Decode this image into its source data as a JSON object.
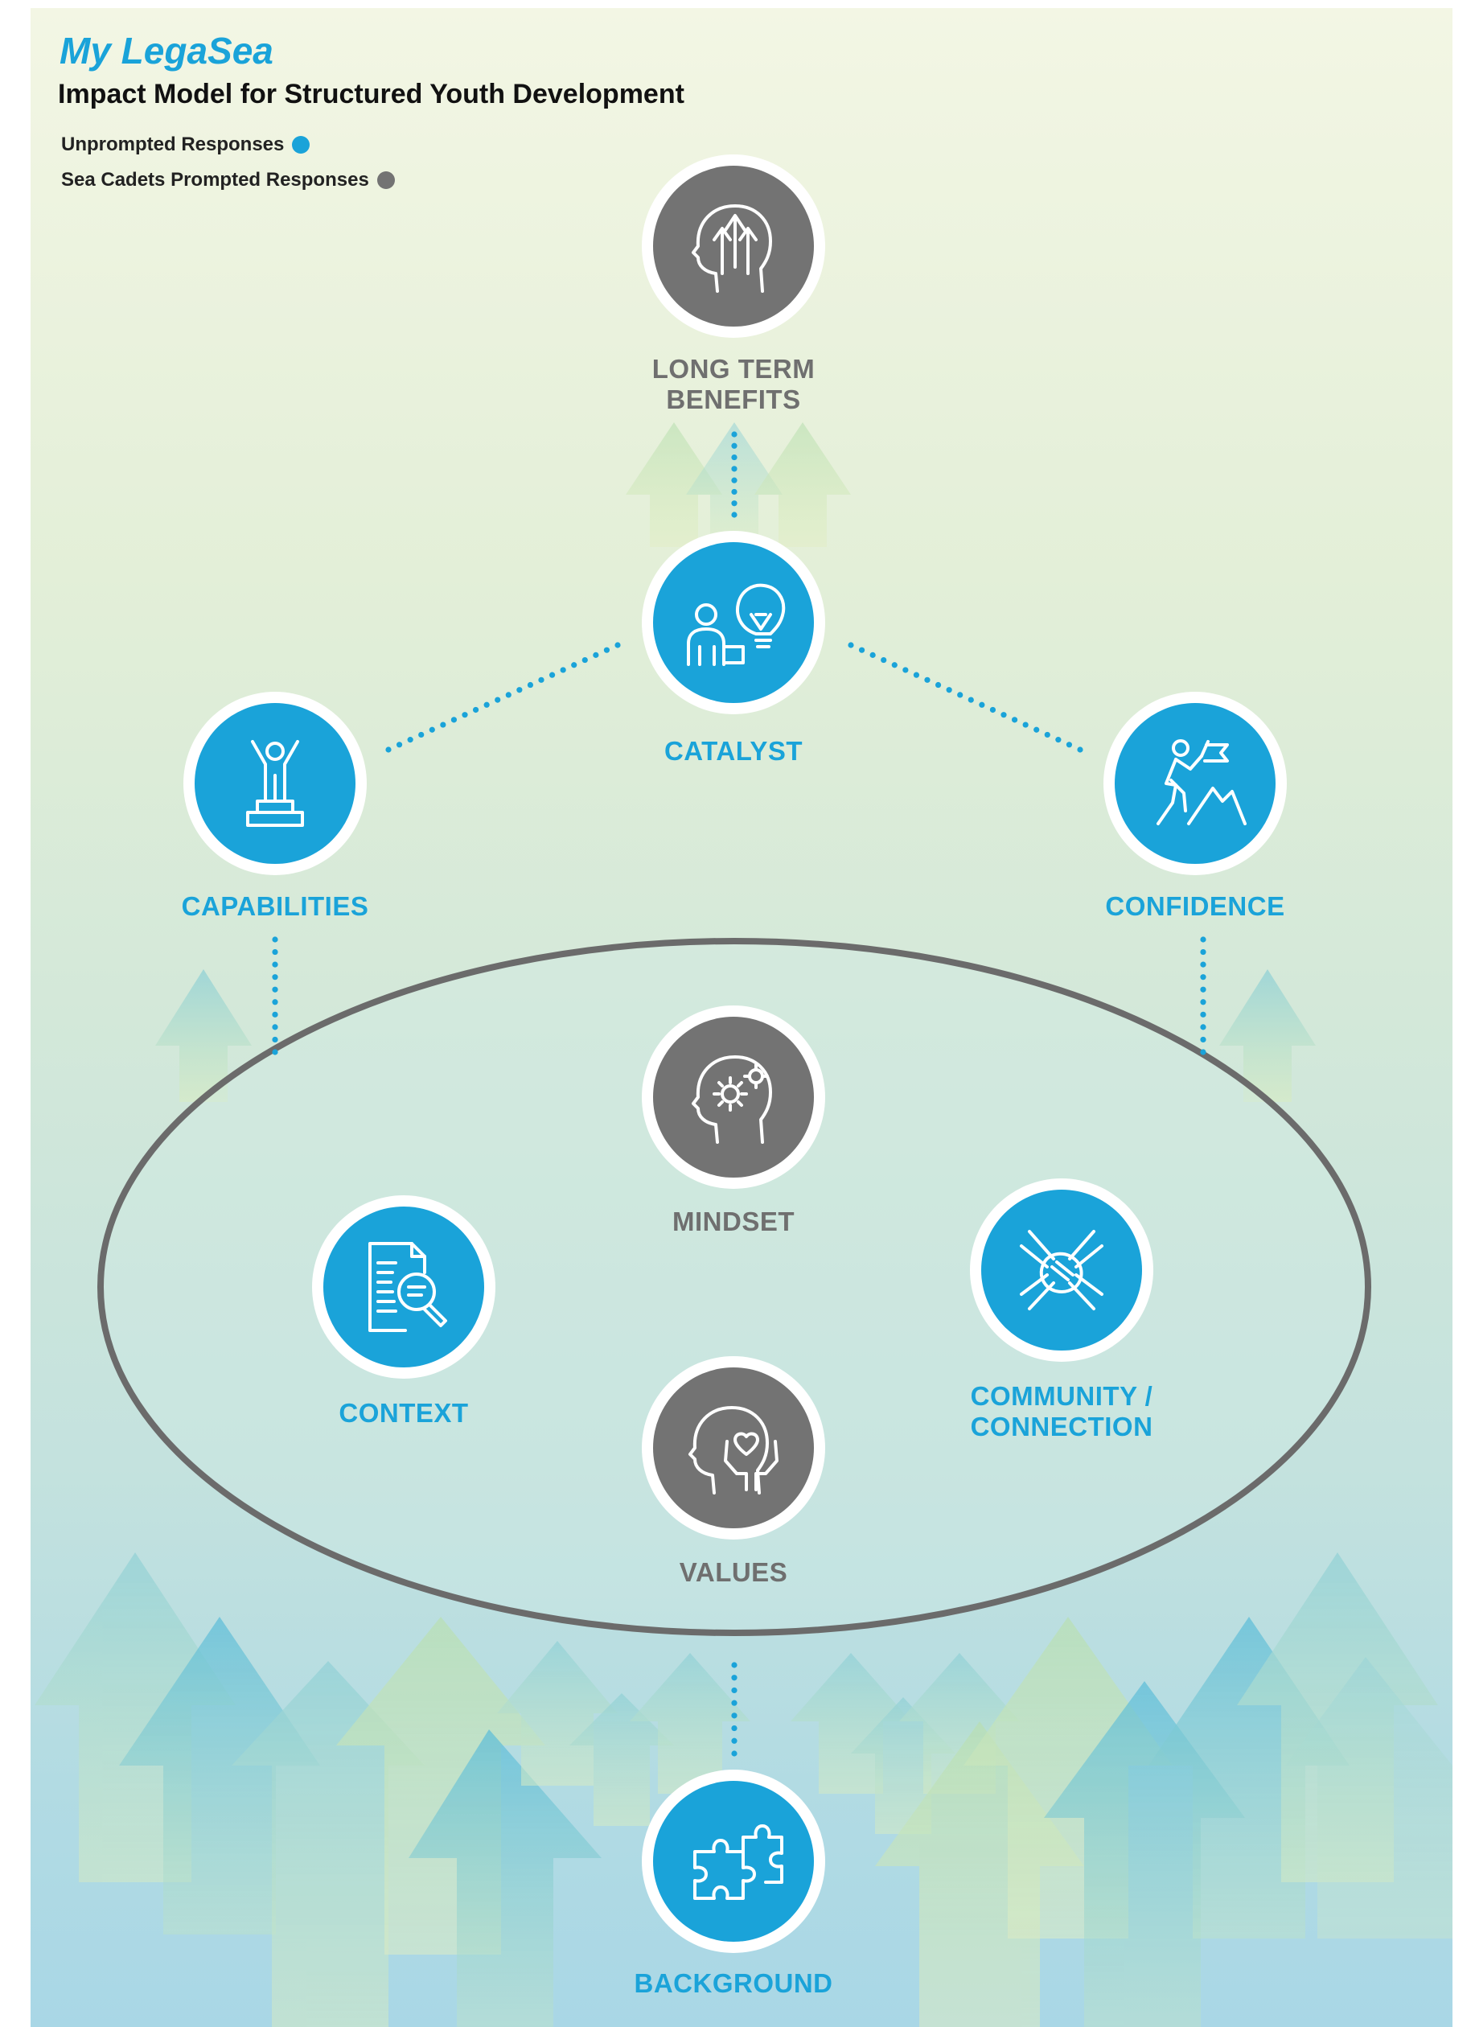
{
  "header": {
    "title": "My LegaSea",
    "subtitle": "Impact Model for Structured Youth Development"
  },
  "legend": [
    {
      "label": "Unprompted Responses",
      "color": "#1aa3d9"
    },
    {
      "label": "Sea Cadets Prompted Responses",
      "color": "#737373"
    }
  ],
  "colors": {
    "blue": "#1aa3d9",
    "gray": "#737373"
  },
  "nodes": {
    "long_term_benefits": {
      "label": "LONG TERM BENEFITS",
      "icon": "head-arrows-up-icon",
      "type": "prompted"
    },
    "catalyst": {
      "label": "CATALYST",
      "icon": "person-lightbulb-icon",
      "type": "unprompted"
    },
    "capabilities": {
      "label": "CAPABILITIES",
      "icon": "person-podium-icon",
      "type": "unprompted"
    },
    "confidence": {
      "label": "CONFIDENCE",
      "icon": "climber-flag-icon",
      "type": "unprompted"
    },
    "mindset": {
      "label": "MINDSET",
      "icon": "head-gears-icon",
      "type": "prompted"
    },
    "context": {
      "label": "CONTEXT",
      "icon": "document-magnifier-icon",
      "type": "unprompted"
    },
    "community": {
      "label": "COMMUNITY / CONNECTION",
      "icon": "stacked-hands-icon",
      "type": "unprompted"
    },
    "values": {
      "label": "VALUES",
      "icon": "head-heart-hands-icon",
      "type": "prompted"
    },
    "background": {
      "label": "BACKGROUND",
      "icon": "puzzle-icon",
      "type": "unprompted"
    }
  }
}
